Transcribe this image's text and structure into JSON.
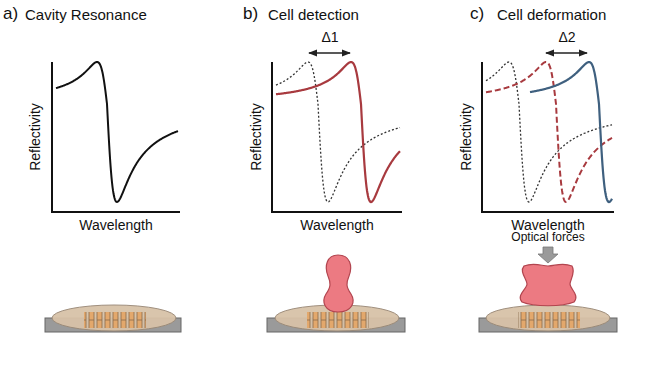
{
  "diagram": {
    "labels": [
      "a)",
      "Cavity Resonance",
      "b)",
      "Cell detection",
      "c)",
      "Cell deformation",
      "Reflectivity",
      "Wavelength",
      "Δ1",
      "Reflectivity",
      "Wavelength",
      "Δ2",
      "Reflectivity",
      "Wavelength",
      "Optical forces"
    ]
  }
}
